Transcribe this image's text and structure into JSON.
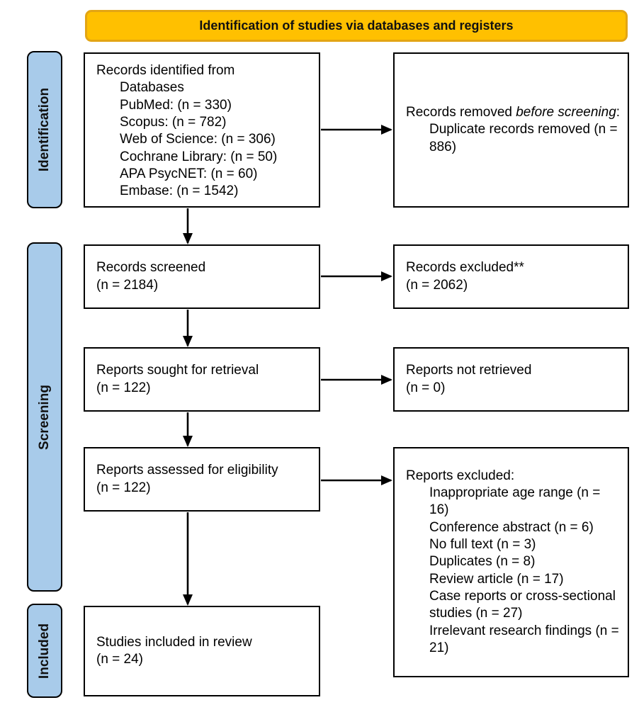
{
  "banner": {
    "label": "Identification of studies via databases and registers"
  },
  "stages": [
    {
      "label": "Identification"
    },
    {
      "label": "Screening"
    },
    {
      "label": "Included"
    }
  ],
  "colors": {
    "banner_fill": "#FFC000",
    "banner_border": "#E3A514",
    "stage_fill": "#A8CBEA",
    "box_border": "#000000",
    "arrow": "#000000"
  },
  "boxes": {
    "identified": {
      "title": "Records identified from",
      "items": [
        "Databases",
        "PubMed: (n = 330)",
        "Scopus: (n = 782)",
        "Web of Science: (n = 306)",
        "Cochrane Library: (n = 50)",
        "APA PsycNET: (n = 60)",
        "Embase: (n = 1542)"
      ]
    },
    "removed": {
      "title_pre": "Records removed ",
      "title_italic": "before screening",
      "title_post": ":",
      "items": [
        "Duplicate records removed (n = 886)"
      ]
    },
    "screened": {
      "line1": "Records screened",
      "line2": "(n = 2184)"
    },
    "excluded": {
      "line1": "Records excluded**",
      "line2": "(n = 2062)"
    },
    "sought": {
      "line1": "Reports sought for retrieval",
      "line2": "(n = 122)"
    },
    "not_retrieved": {
      "line1": "Reports not retrieved",
      "line2": "(n = 0)"
    },
    "assessed": {
      "line1": "Reports assessed for eligibility",
      "line2": "(n = 122)"
    },
    "reports_excluded": {
      "title": "Reports excluded:",
      "items": [
        "Inappropriate age range (n = 16)",
        "Conference abstract (n = 6)",
        "No full text (n = 3)",
        "Duplicates (n = 8)",
        "Review article (n = 17)",
        "Case reports or cross-sectional studies (n = 27)",
        "Irrelevant research findings (n = 21)"
      ]
    },
    "included": {
      "line1": "Studies included in review",
      "line2": "(n = 24)"
    }
  }
}
